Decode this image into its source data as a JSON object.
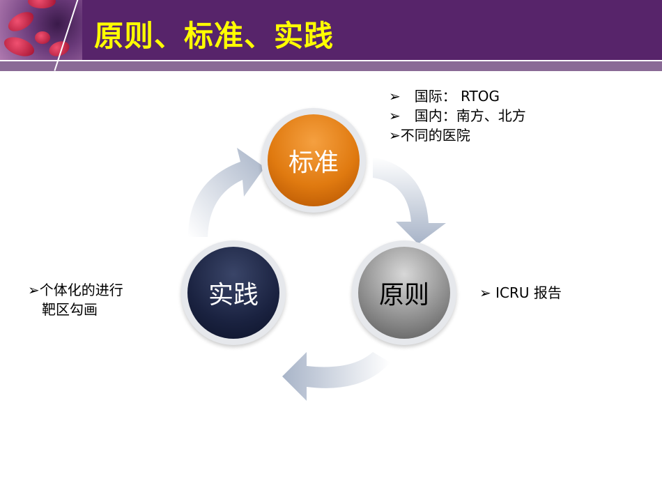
{
  "title": "原则、标准、实践",
  "cycle": {
    "top": "标准",
    "right": "原则",
    "left": "实践"
  },
  "standard_notes": [
    "➢　国际： RTOG",
    "➢　国内：南方、北方",
    "➢不同的医院"
  ],
  "principle_note": "➢  ICRU  报告",
  "practice_note": [
    "➢个体化的进行",
    "　靶区勾画"
  ],
  "colors": {
    "header": "#57246a",
    "title": "#ffff00",
    "orange": "#e07a10",
    "gray": "#8a8a8a",
    "navy": "#1a2240"
  }
}
